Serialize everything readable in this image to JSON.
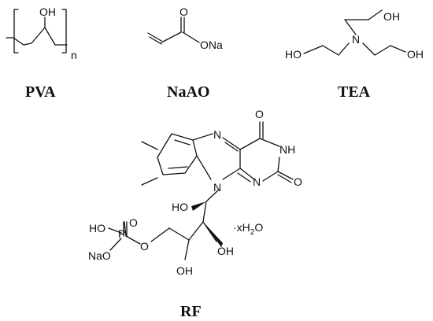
{
  "captions": {
    "pva": "PVA",
    "naao": "NaAO",
    "tea": "TEA",
    "rf": "RF"
  },
  "pva": {
    "oh": "OH",
    "n": "n"
  },
  "naao": {
    "o": "O",
    "ona": "ONa"
  },
  "tea": {
    "oh_top": "OH",
    "n": "N",
    "ho_left": "HO",
    "oh_right": "OH"
  },
  "rf": {
    "o_top": "O",
    "nh": "NH",
    "o_right": "O",
    "n_upper": "N",
    "n_lower": "N",
    "n_ring": "N",
    "ho_upper": "HO",
    "oh_chain": "OH",
    "oh_bottom": "OH",
    "hydrate_prefix": "·xH",
    "hydrate_sub": "2",
    "hydrate_suffix": "O",
    "p_o_top": "O",
    "p_ho": "HO",
    "p": "P",
    "p_nao": "NaO",
    "p_o_ester": "O"
  }
}
